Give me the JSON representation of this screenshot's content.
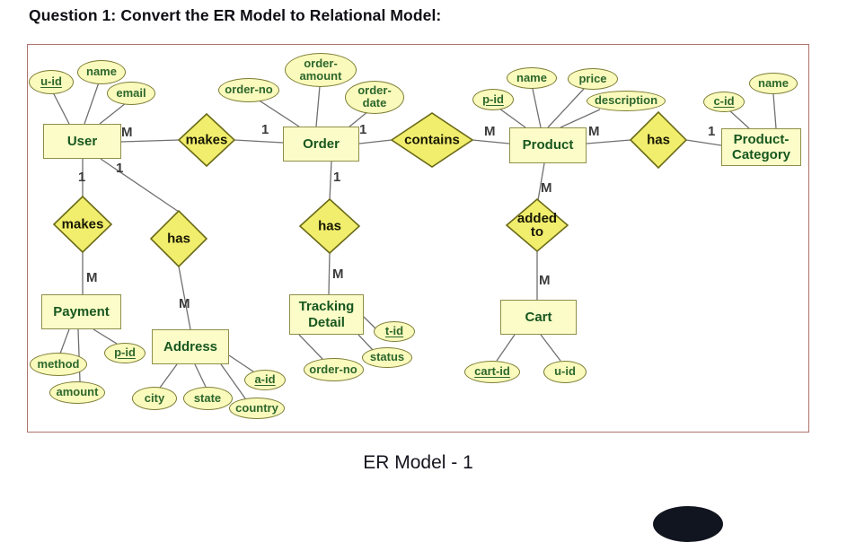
{
  "page": {
    "title": "Question 1: Convert the ER Model to Relational Model:",
    "caption": "ER Model - 1"
  },
  "colors": {
    "frame_border": "#ae726a",
    "entity_fill": "#fcfcc8",
    "entity_border": "#8f8f4b",
    "entity_text": "#17571f",
    "attribute_fill": "#fafabc",
    "attribute_border": "#7d7d35",
    "attribute_text": "#2d672d",
    "diamond_fill": "#f1ee6d",
    "diamond_border": "#6a6a18",
    "connector_line": "#707070",
    "cardinality_text": "#3c3c3c"
  },
  "diagram": {
    "entities": [
      {
        "id": "user",
        "label": "User"
      },
      {
        "id": "order",
        "label": "Order"
      },
      {
        "id": "product",
        "label": "Product"
      },
      {
        "id": "product-category",
        "label": "Product-Category"
      },
      {
        "id": "payment",
        "label": "Payment"
      },
      {
        "id": "address",
        "label": "Address"
      },
      {
        "id": "tracking-detail",
        "label": "Tracking Detail"
      },
      {
        "id": "cart",
        "label": "Cart"
      }
    ],
    "relationships": [
      {
        "id": "makes-user-order",
        "label": "makes",
        "between": [
          "User",
          "Order"
        ]
      },
      {
        "id": "contains-order-product",
        "label": "contains",
        "between": [
          "Order",
          "Product"
        ]
      },
      {
        "id": "has-product-category",
        "label": "has",
        "between": [
          "Product",
          "Product-Category"
        ]
      },
      {
        "id": "makes-user-payment",
        "label": "makes",
        "between": [
          "User",
          "Payment"
        ]
      },
      {
        "id": "has-user-address",
        "label": "has",
        "between": [
          "User",
          "Address"
        ]
      },
      {
        "id": "has-order-tracking",
        "label": "has",
        "between": [
          "Order",
          "Tracking Detail"
        ]
      },
      {
        "id": "added-to-product-cart",
        "label": "added to",
        "between": [
          "Product",
          "Cart"
        ]
      }
    ],
    "attributes": [
      {
        "id": "user-u-id",
        "label": "u-id",
        "entity": "User",
        "key": true
      },
      {
        "id": "user-name",
        "label": "name",
        "entity": "User",
        "key": false
      },
      {
        "id": "user-email",
        "label": "email",
        "entity": "User",
        "key": false
      },
      {
        "id": "order-order-no",
        "label": "order-no",
        "entity": "Order",
        "key": false
      },
      {
        "id": "order-order-amount",
        "label": "order-amount",
        "entity": "Order",
        "key": false
      },
      {
        "id": "order-order-date",
        "label": "order-date",
        "entity": "Order",
        "key": false
      },
      {
        "id": "product-p-id",
        "label": "p-id",
        "entity": "Product",
        "key": true
      },
      {
        "id": "product-name",
        "label": "name",
        "entity": "Product",
        "key": false
      },
      {
        "id": "product-price",
        "label": "price",
        "entity": "Product",
        "key": false
      },
      {
        "id": "product-description",
        "label": "description",
        "entity": "Product",
        "key": false
      },
      {
        "id": "product-category-c-id",
        "label": "c-id",
        "entity": "Product-Category",
        "key": true
      },
      {
        "id": "product-category-name",
        "label": "name",
        "entity": "Product-Category",
        "key": false
      },
      {
        "id": "payment-method",
        "label": "method",
        "entity": "Payment",
        "key": false
      },
      {
        "id": "payment-amount",
        "label": "amount",
        "entity": "Payment",
        "key": false
      },
      {
        "id": "payment-p-id",
        "label": "p-id",
        "entity": "Payment",
        "key": true
      },
      {
        "id": "address-city",
        "label": "city",
        "entity": "Address",
        "key": false
      },
      {
        "id": "address-state",
        "label": "state",
        "entity": "Address",
        "key": false
      },
      {
        "id": "address-a-id",
        "label": "a-id",
        "entity": "Address",
        "key": true
      },
      {
        "id": "address-country",
        "label": "country",
        "entity": "Address",
        "key": false
      },
      {
        "id": "tracking-detail-t-id",
        "label": "t-id",
        "entity": "Tracking Detail",
        "key": true
      },
      {
        "id": "tracking-detail-status",
        "label": "status",
        "entity": "Tracking Detail",
        "key": false
      },
      {
        "id": "tracking-detail-order-no",
        "label": "order-no",
        "entity": "Tracking Detail",
        "key": false
      },
      {
        "id": "cart-cart-id",
        "label": "cart-id",
        "entity": "Cart",
        "key": true
      },
      {
        "id": "cart-u-id",
        "label": "u-id",
        "entity": "Cart",
        "key": false
      }
    ],
    "cardinalities": [
      {
        "id": "user-makes",
        "label": "M"
      },
      {
        "id": "makes-order",
        "label": "1"
      },
      {
        "id": "order-contains",
        "label": "1"
      },
      {
        "id": "contains-product",
        "label": "M"
      },
      {
        "id": "product-has",
        "label": "M"
      },
      {
        "id": "has-product-category",
        "label": "1"
      },
      {
        "id": "user-makes-payment",
        "label": "1"
      },
      {
        "id": "user-has-address",
        "label": "1"
      },
      {
        "id": "makes-payment",
        "label": "M"
      },
      {
        "id": "has-address",
        "label": "M"
      },
      {
        "id": "order-has-tracking",
        "label": "1"
      },
      {
        "id": "has-tracking-detail",
        "label": "M"
      },
      {
        "id": "product-added-to",
        "label": "M"
      },
      {
        "id": "added-to-cart",
        "label": "M"
      }
    ]
  }
}
